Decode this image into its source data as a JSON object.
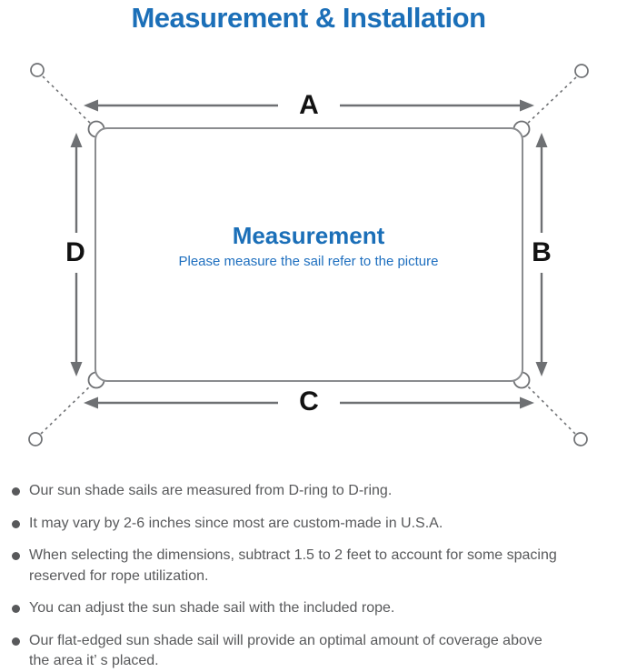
{
  "title": "Measurement & Installation",
  "colors": {
    "accent_blue": "#1b6fb8",
    "line_gray": "#6e7073",
    "border_gray": "#8a8c8f",
    "text_gray": "#58595b"
  },
  "diagram": {
    "labels": {
      "top": "A",
      "right": "B",
      "bottom": "C",
      "left": "D"
    },
    "center_title": "Measurement",
    "center_subtitle": "Please measure the sail refer to the picture"
  },
  "notes": {
    "items": [
      {
        "lines": [
          "Our sun shade sails are measured from D-ring to D-ring."
        ]
      },
      {
        "lines": [
          "It may vary by 2-6 inches since most are custom-made in U.S.A."
        ]
      },
      {
        "lines": [
          "When selecting the dimensions, subtract 1.5 to 2 feet to account for some spacing",
          "reserved for rope utilization."
        ]
      },
      {
        "lines": [
          "You can adjust the sun shade sail with the included rope."
        ]
      },
      {
        "lines": [
          "Our flat-edged sun shade sail will provide an optimal amount of coverage above",
          "the area it’ s placed."
        ]
      }
    ]
  }
}
